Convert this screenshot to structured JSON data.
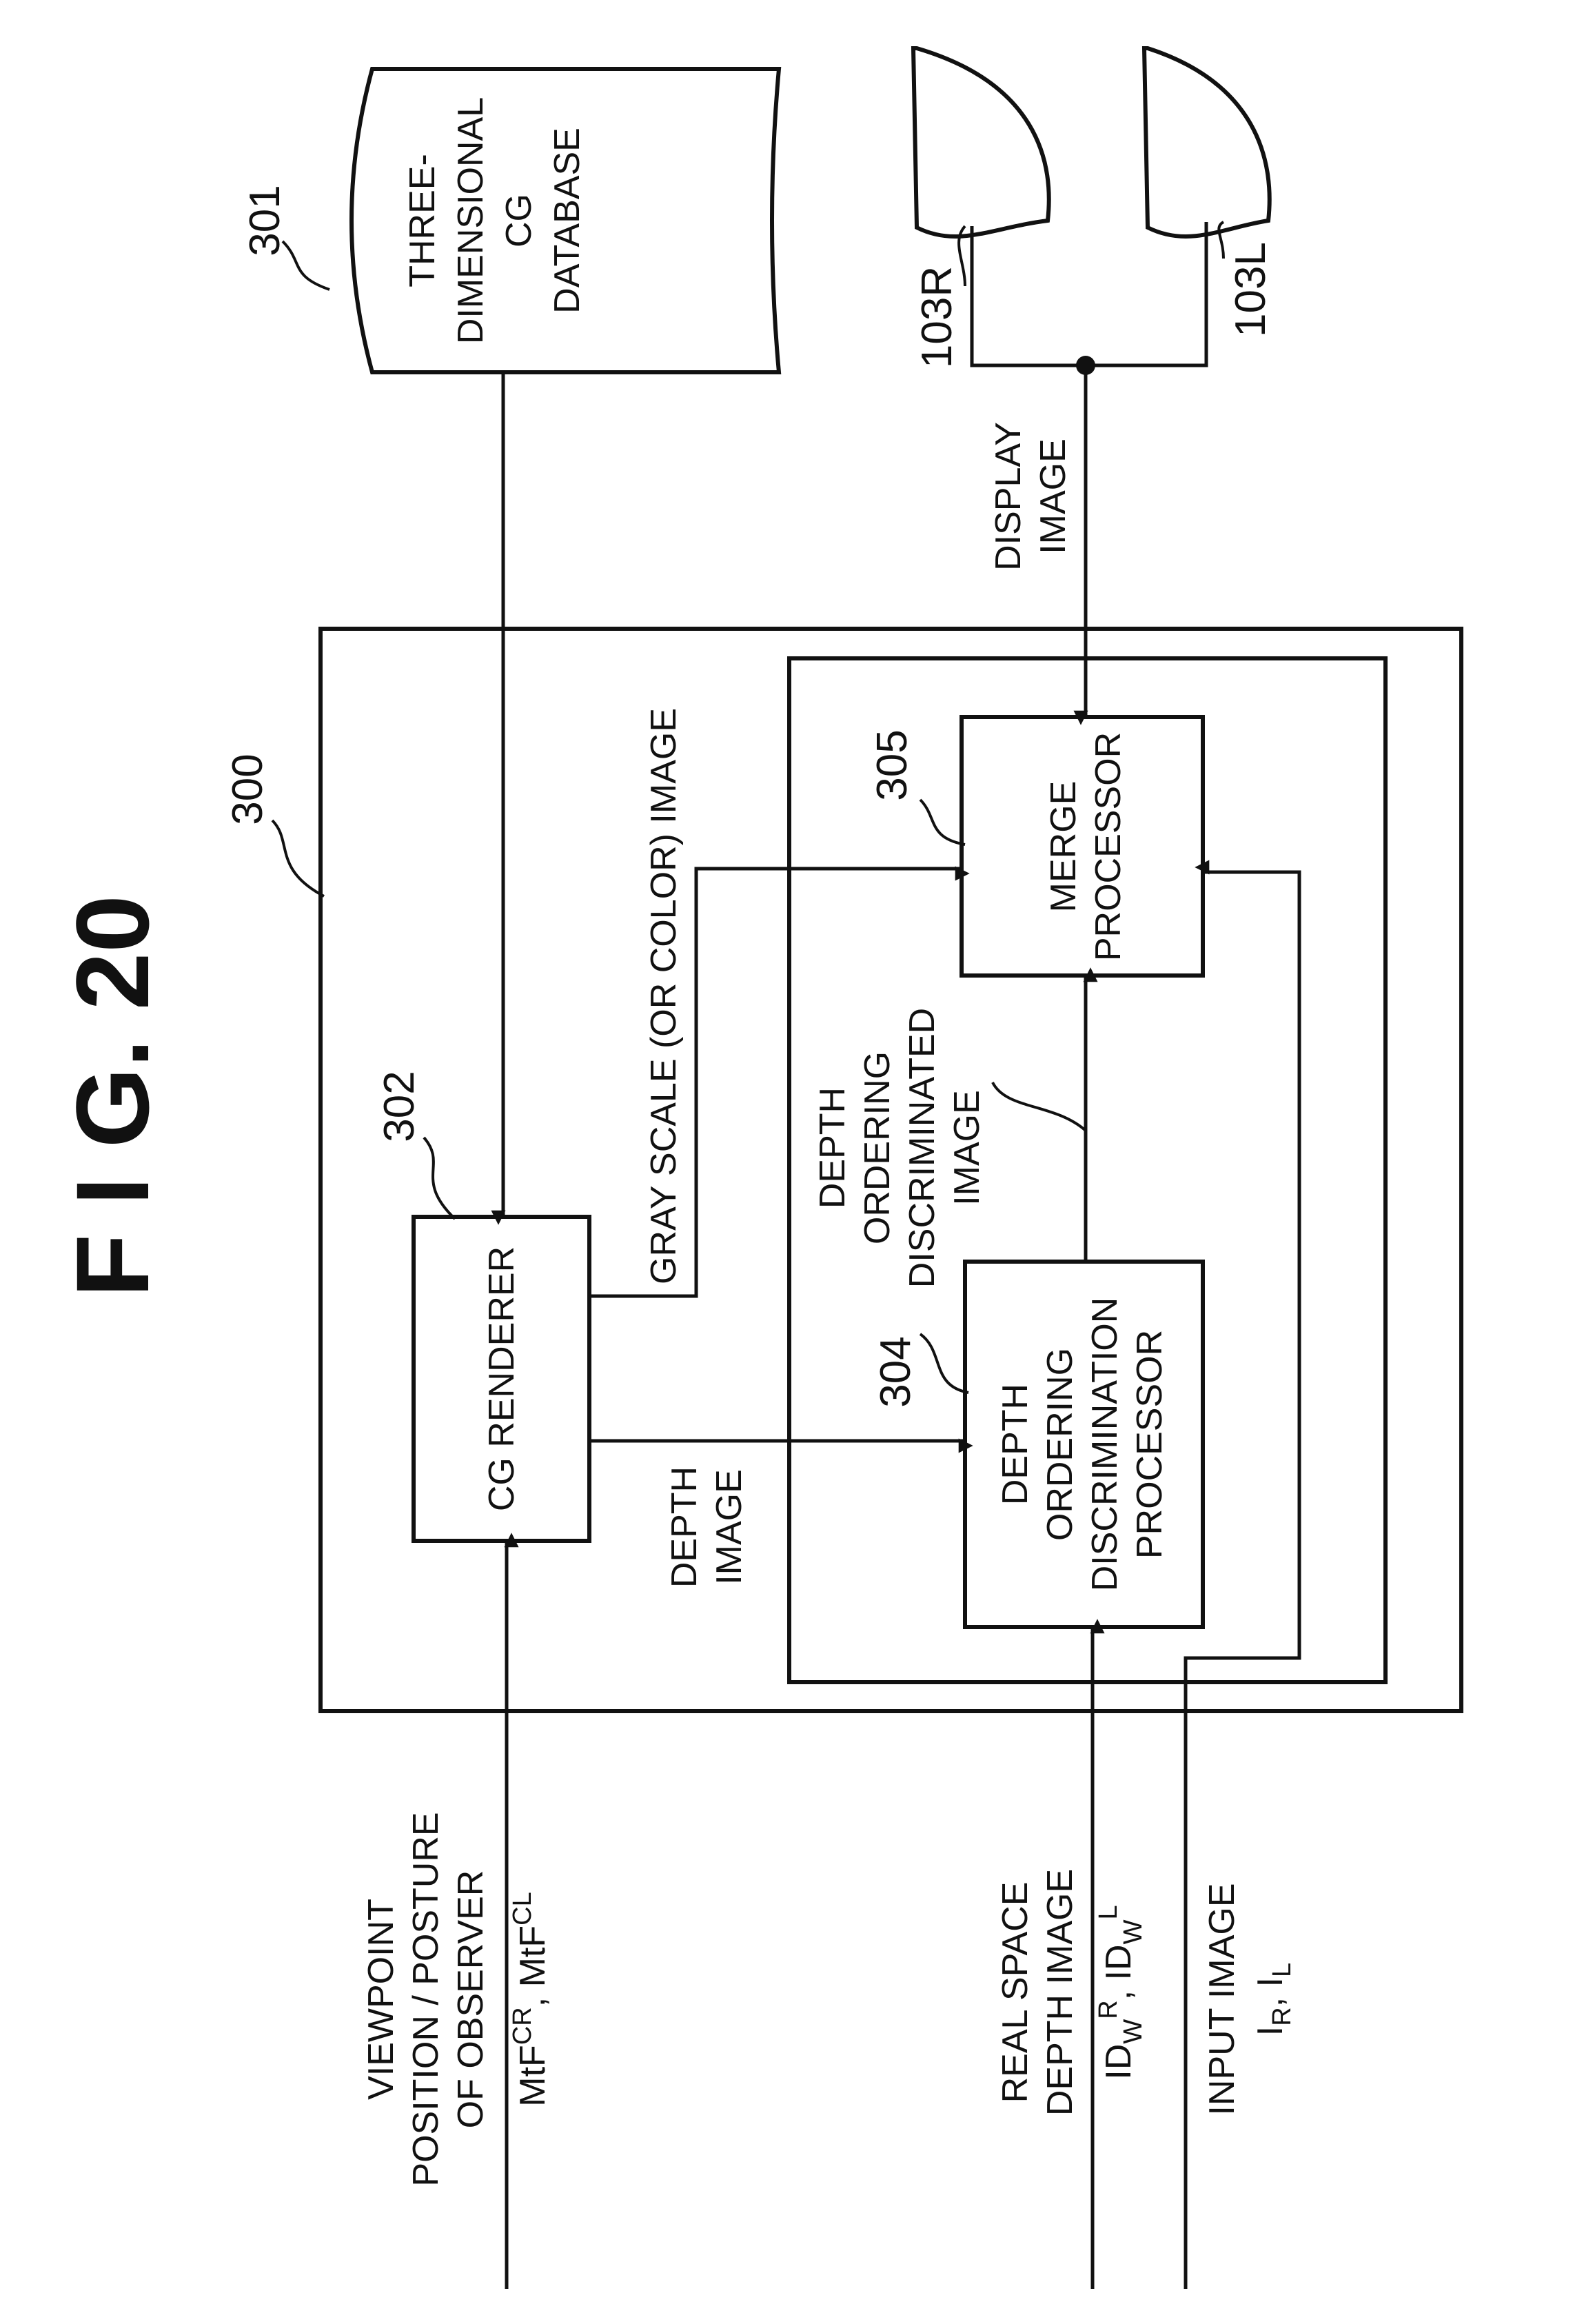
{
  "figure": {
    "title": "F I G.  20",
    "refs": {
      "system": "300",
      "database": "301",
      "renderer": "302",
      "depth_processor": "304",
      "merge_processor": "305",
      "display_right": "103R",
      "display_left": "103L"
    },
    "blocks": {
      "database": [
        "THREE-",
        "DIMENSIONAL",
        "CG",
        "DATABASE"
      ],
      "renderer": [
        "CG RENDERER"
      ],
      "depth_processor": [
        "DEPTH",
        "ORDERING",
        "DISCRIMINATION",
        "PROCESSOR"
      ],
      "merge_processor": [
        "MERGE",
        "PROCESSOR"
      ]
    },
    "signals": {
      "gray_scale": [
        "GRAY SCALE (OR COLOR) IMAGE"
      ],
      "depth_image": [
        "DEPTH",
        "IMAGE"
      ],
      "depth_ordering_image": [
        "DEPTH",
        "ORDERING",
        "DISCRIMINATED",
        "IMAGE"
      ],
      "display_image": [
        "DISPLAY",
        "IMAGE"
      ]
    },
    "inputs": {
      "viewpoint": [
        "VIEWPOINT",
        "POSITION / POSTURE",
        "OF OBSERVER"
      ],
      "viewpoint_symbols": [
        "MtF",
        "CR",
        ", MtF",
        "CL"
      ],
      "real_space": [
        "REAL SPACE",
        "DEPTH IMAGE"
      ],
      "real_space_symbols": [
        "ID",
        "W",
        "R",
        ", ID",
        "W",
        "L"
      ],
      "input_image": [
        "INPUT IMAGE"
      ],
      "input_image_symbols": [
        "I",
        "R",
        ", I",
        "L"
      ]
    }
  }
}
